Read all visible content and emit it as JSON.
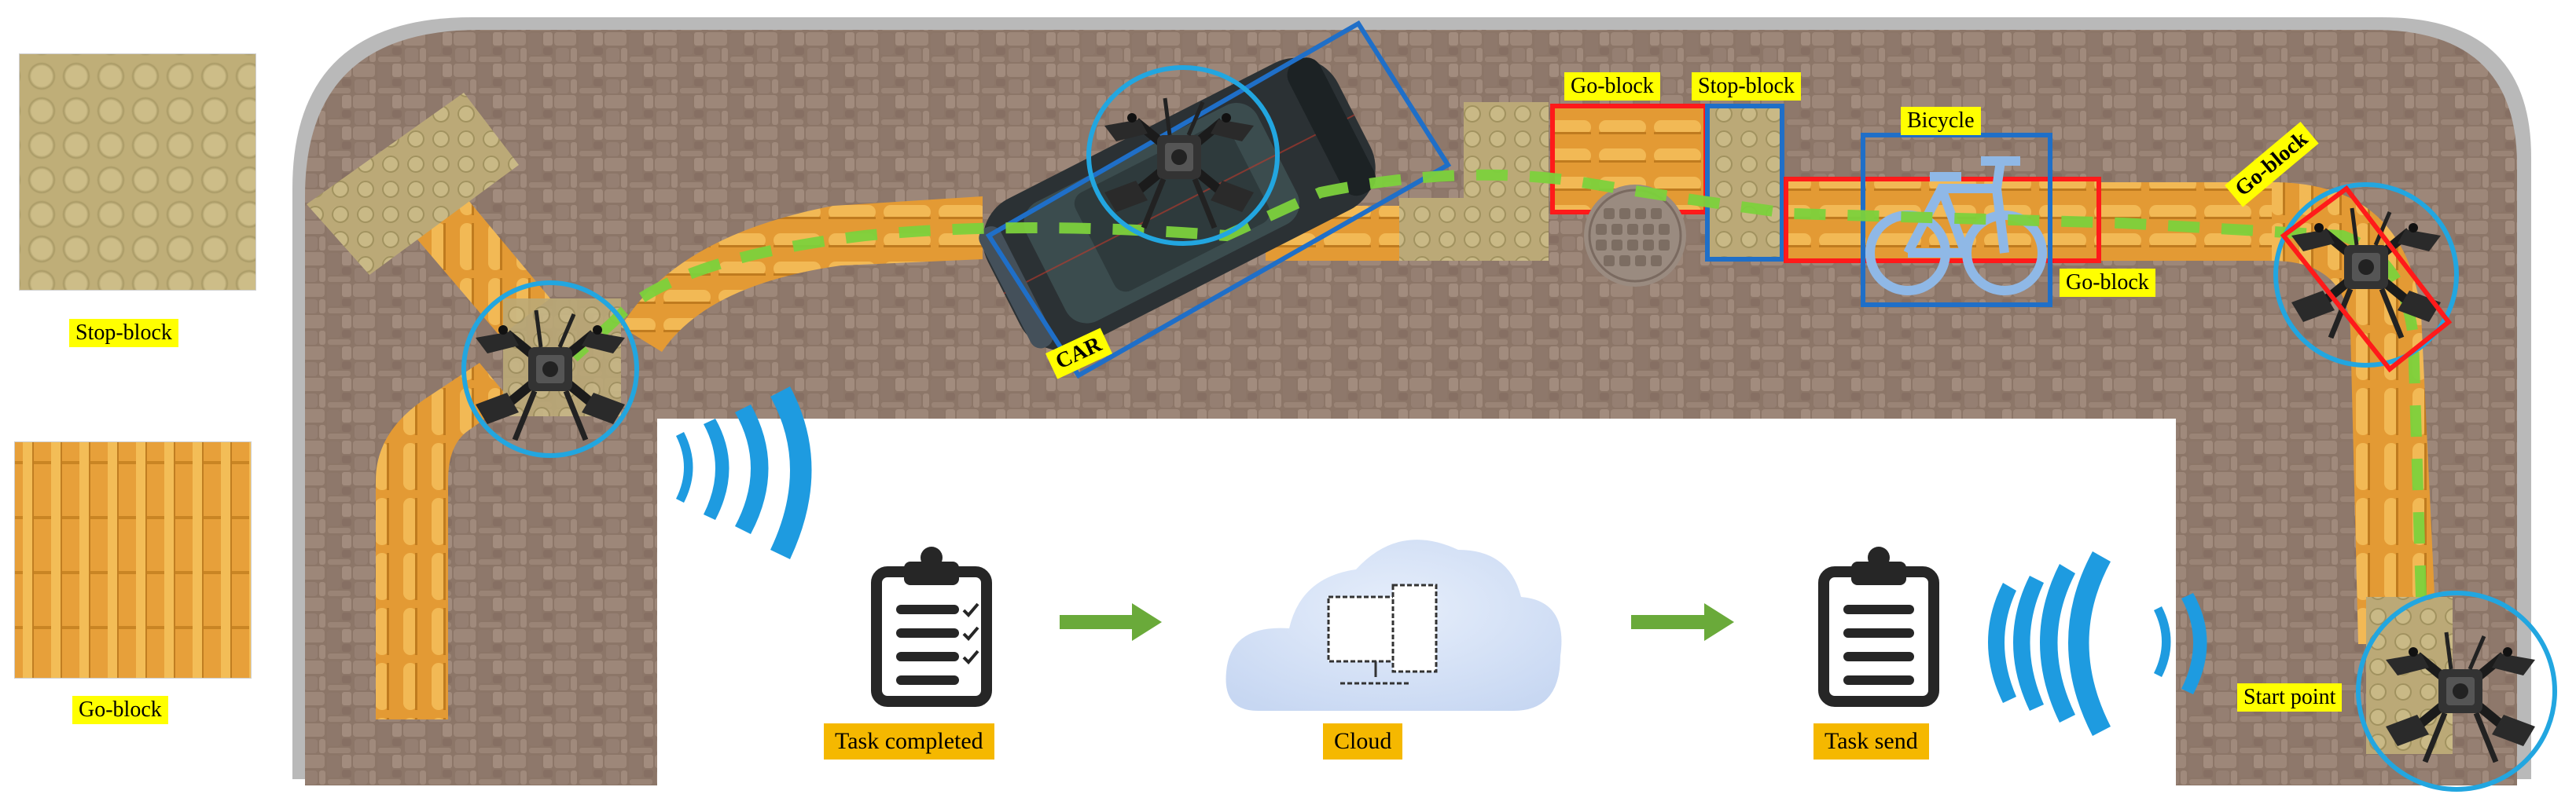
{
  "legend": {
    "stop_block_label": "Stop-block",
    "go_block_label": "Go-block"
  },
  "scene_labels": {
    "go_block_top": "Go-block",
    "stop_block_top": "Stop-block",
    "bicycle": "Bicycle",
    "go_block_right": "Go-block",
    "go_block_corner": "Go-block",
    "car": "CAR",
    "start_point": "Start point"
  },
  "workflow": {
    "task_completed": "Task completed",
    "cloud": "Cloud",
    "task_send": "Task send"
  },
  "colors": {
    "paving": "#8c7668",
    "curb": "#b9b9b9",
    "go_block": "#e7a03a",
    "stop_block": "#bfae78",
    "path_dash": "#7cd13c",
    "detect_red": "#ff1a1a",
    "detect_blue": "#1f6fc8",
    "drone_ring": "#22a6e0",
    "signal_blue": "#1e9be0",
    "arrow_green": "#6aaa3a",
    "cloud_fill": "#d3e1f7"
  },
  "icons": [
    "stop-block-tile",
    "go-block-tile",
    "drone-icon",
    "car-icon",
    "bicycle-icon",
    "manhole-icon",
    "clipboard-icon",
    "cloud-icon",
    "monitor-icon",
    "wifi-signal-icon",
    "arrow-right-icon"
  ]
}
